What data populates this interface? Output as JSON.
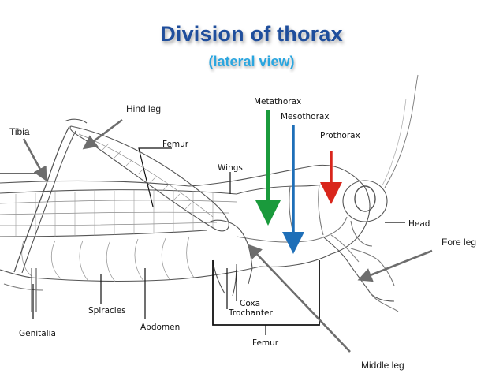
{
  "title": "Division of thorax",
  "subtitle": "(lateral view)",
  "labels": {
    "hind_leg": "Hind leg",
    "tibia": "Tibia",
    "fore_leg": "Fore leg",
    "middle_leg": "Middle leg",
    "metathorax": "Metathorax",
    "mesothorax": "Mesothorax",
    "prothorax": "Prothorax",
    "femur_top": "Femur",
    "wings": "Wings",
    "head": "Head",
    "coxa": "Coxa",
    "trochanter": "Trochanter",
    "femur_bottom": "Femur",
    "spiracles": "Spiracles",
    "abdomen": "Abdomen",
    "genitalia": "Genitalia"
  },
  "colors": {
    "title": "#1f4e9c",
    "subtitle": "#2aa6e0",
    "metathorax_arrow": "#1a9a3c",
    "mesothorax_arrow": "#1e6fb8",
    "prothorax_arrow": "#d9261c",
    "pointer_arrow": "#6d6d6d"
  }
}
